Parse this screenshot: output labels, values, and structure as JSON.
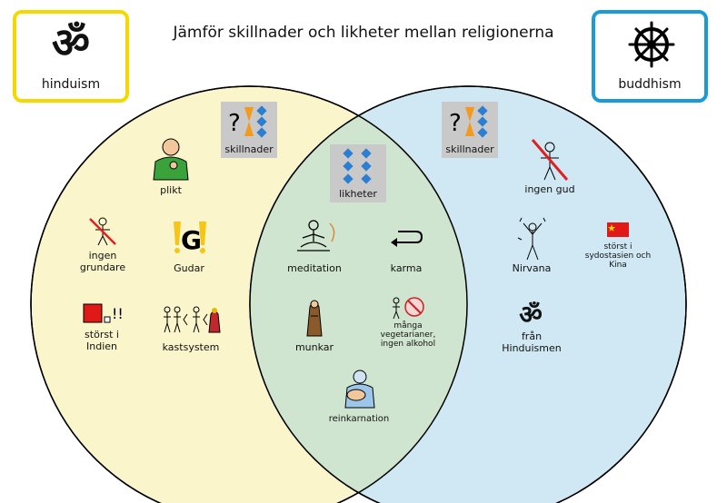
{
  "title": "Jämför skillnader och likheter mellan religionerna",
  "left_box": {
    "label": "hinduism",
    "symbol": "ॐ",
    "color": "#f5d800"
  },
  "right_box": {
    "label": "buddhism",
    "color": "#1a9ad6"
  },
  "colors": {
    "left_circle": "#fbf5cc",
    "right_circle": "#cfe8f3",
    "overlap": "#cfe5cf"
  },
  "tags": {
    "left": "skillnader",
    "middle": "likheter",
    "right": "skillnader"
  },
  "hinduism": {
    "plikt": "plikt",
    "ingen_grundare": "ingen grundare",
    "gudar": "Gudar",
    "storst_indien": "störst i Indien",
    "kastsystem": "kastsystem"
  },
  "common": {
    "meditation": "meditation",
    "karma": "karma",
    "munkar": "munkar",
    "vegetarianer": "många vegetarianer, ingen alkohol",
    "reinkarnation": "reinkarnation"
  },
  "buddhism": {
    "ingen_gud": "ingen gud",
    "nirvana": "Nirvana",
    "storst_asien": "störst i sydostasien och Kina",
    "fran_hinduismen": "från Hinduismen",
    "om_symbol": "ॐ"
  }
}
